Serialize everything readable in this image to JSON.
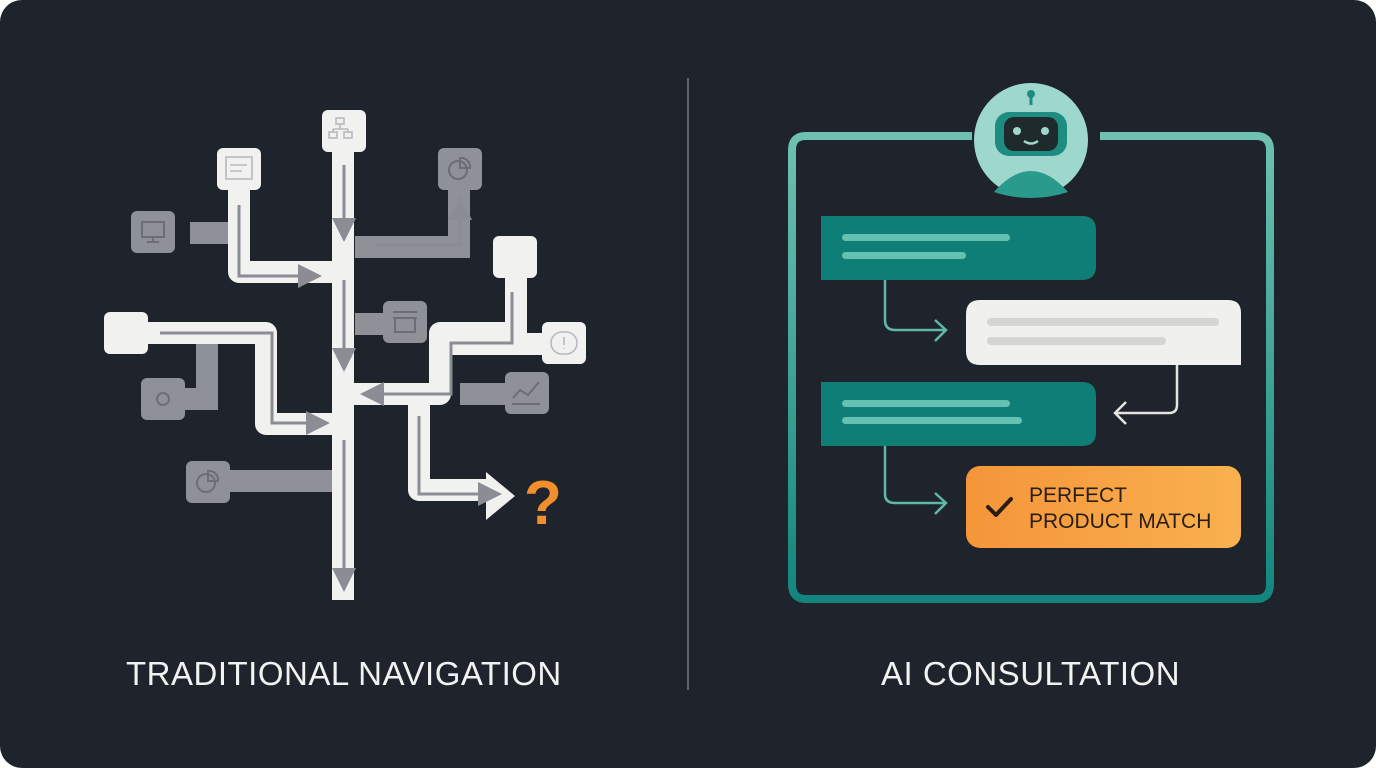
{
  "left_panel": {
    "caption": "TRADITIONAL NAVIGATION",
    "dead_end_symbol": "?",
    "nodes": [
      {
        "icon": "sitemap-icon",
        "style": "light"
      },
      {
        "icon": "browser-window-icon",
        "style": "light"
      },
      {
        "icon": "pie-chart-icon",
        "style": "gray"
      },
      {
        "icon": "monitor-icon",
        "style": "gray"
      },
      {
        "icon": "documents-icon",
        "style": "light"
      },
      {
        "icon": "storefront-icon",
        "style": "gray"
      },
      {
        "icon": "app-grid-icon",
        "style": "light"
      },
      {
        "icon": "info-circle-icon",
        "style": "light"
      },
      {
        "icon": "gear-icon",
        "style": "gray"
      },
      {
        "icon": "line-chart-icon",
        "style": "gray"
      },
      {
        "icon": "pie-chart-icon",
        "style": "gray"
      }
    ]
  },
  "right_panel": {
    "caption": "AI CONSULTATION",
    "avatar": "robot-icon",
    "result": {
      "line1": "PERFECT",
      "line2": "PRODUCT MATCH",
      "icon": "checkmark-icon"
    }
  },
  "colors": {
    "background": "#1f232b",
    "path_light": "#f1f1ef",
    "path_gray": "#8e9197",
    "teal_dark": "#0e7e76",
    "teal_light": "#64c2b3",
    "orange": "#f6a043",
    "question_mark": "#f28e2c"
  }
}
